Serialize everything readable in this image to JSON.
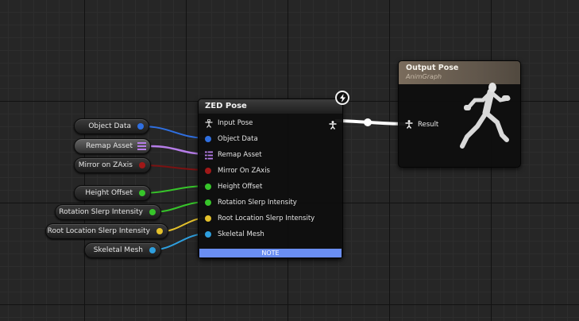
{
  "variables": [
    {
      "label": "Object Data",
      "pin_color": "#2f6fe0"
    },
    {
      "label": "Remap Asset",
      "pin_color": "#b67de8",
      "pin_icon": "grid-icon"
    },
    {
      "label": "Mirror on ZAxis",
      "pin_color": "#a01818"
    },
    {
      "label": "Height Offset",
      "pin_color": "#37c52a"
    },
    {
      "label": "Rotation Slerp Intensity",
      "pin_color": "#37c52a"
    },
    {
      "label": "Root Location Slerp Intensity",
      "pin_color": "#e4c12b"
    },
    {
      "label": "Skeletal Mesh",
      "pin_color": "#2e9fde"
    }
  ],
  "zed_pose_node": {
    "title": "ZED Pose",
    "inputs": [
      {
        "label": "Input Pose",
        "icon": "pose-pin-icon"
      },
      {
        "label": "Object Data",
        "color": "#2f6fe0"
      },
      {
        "label": "Remap Asset",
        "color": "#b67de8",
        "icon": "grid-icon"
      },
      {
        "label": "Mirror On ZAxis",
        "color": "#a01818"
      },
      {
        "label": "Height Offset",
        "color": "#37c52a"
      },
      {
        "label": "Rotation Slerp Intensity",
        "color": "#37c52a"
      },
      {
        "label": "Root Location Slerp Intensity",
        "color": "#e4c12b"
      },
      {
        "label": "Skeletal Mesh",
        "color": "#2e9fde"
      }
    ],
    "output_icon": "pose-pin-icon",
    "note_label": "NOTE",
    "badge_icon": "lightning-icon"
  },
  "output_pose_node": {
    "title": "Output Pose",
    "subtitle": "AnimGraph",
    "input_label": "Result",
    "preview_icon": "running-mannequin-icon"
  },
  "colors": {
    "note_bar": "#6a8ef2",
    "output_header": "#7a6c5c",
    "pose_wire": "#ffffff"
  }
}
